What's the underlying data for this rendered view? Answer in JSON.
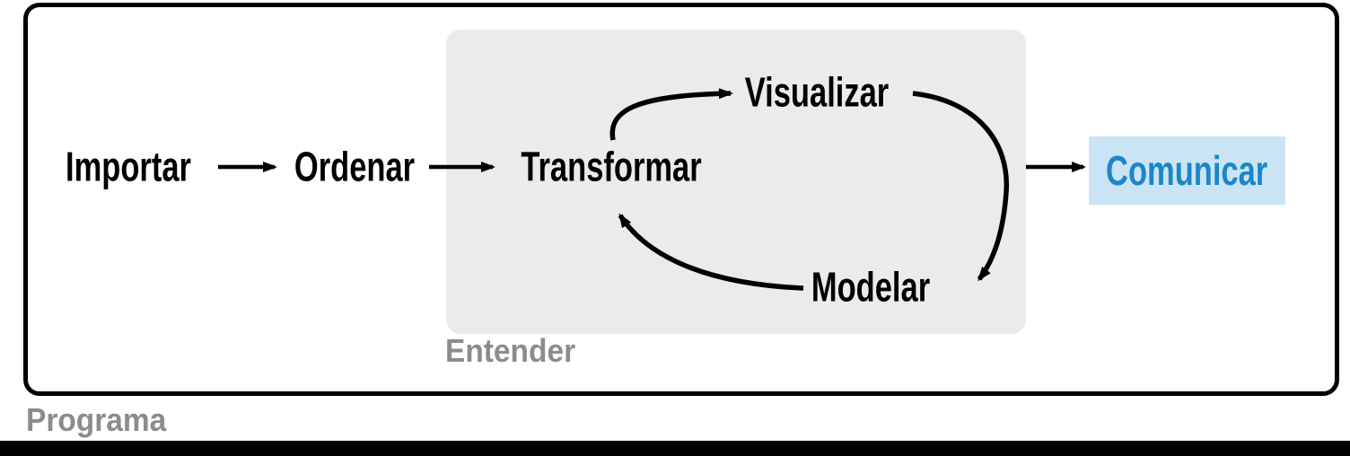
{
  "diagram": {
    "title": "Data science workflow (es)",
    "nodes": {
      "importar": {
        "label": "Importar"
      },
      "ordenar": {
        "label": "Ordenar"
      },
      "transformar": {
        "label": "Transformar"
      },
      "visualizar": {
        "label": "Visualizar"
      },
      "modelar": {
        "label": "Modelar"
      },
      "comunicar": {
        "label": "Comunicar"
      }
    },
    "groups": {
      "entender": {
        "label": "Entender"
      },
      "programa": {
        "label": "Programa"
      }
    },
    "edges": [
      "importar->ordenar",
      "ordenar->transformar",
      "transformar->visualizar",
      "visualizar->modelar",
      "modelar->transformar",
      "entender->comunicar"
    ],
    "colors": {
      "node_text": "#000000",
      "comunicar_text": "#1b86c8",
      "comunicar_bg": "#cbe4f5",
      "entender_bg": "#ebebeb",
      "group_label": "#8c8c8c",
      "arrow": "#000000",
      "bottom_bar": "#000000"
    }
  }
}
